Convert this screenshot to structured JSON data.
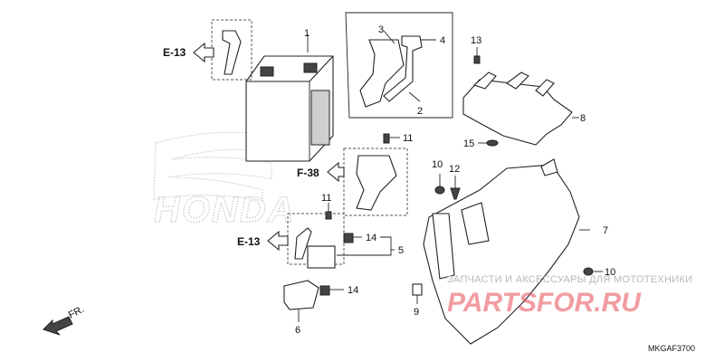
{
  "diagram": {
    "part_numbers": [
      "1",
      "2",
      "3",
      "4",
      "5",
      "6",
      "7",
      "8",
      "9",
      "10",
      "10",
      "11",
      "11",
      "12",
      "13",
      "14",
      "14",
      "15"
    ],
    "section_refs": [
      "E-13",
      "F-38",
      "E-13"
    ],
    "front_label": "FR.",
    "brand_outline": "HONDA",
    "drawing_code": "MKGAF3700"
  },
  "watermark": {
    "line1": "ЗАПЧАСТИ И АКСЕССУАРЫ ДЛЯ МОТОТЕХНИКИ",
    "line2": "PARTSFOR.RU"
  },
  "colors": {
    "line": "#222222",
    "watermark_red": "#e64c55",
    "watermark_gray": "#b9b9b9"
  }
}
